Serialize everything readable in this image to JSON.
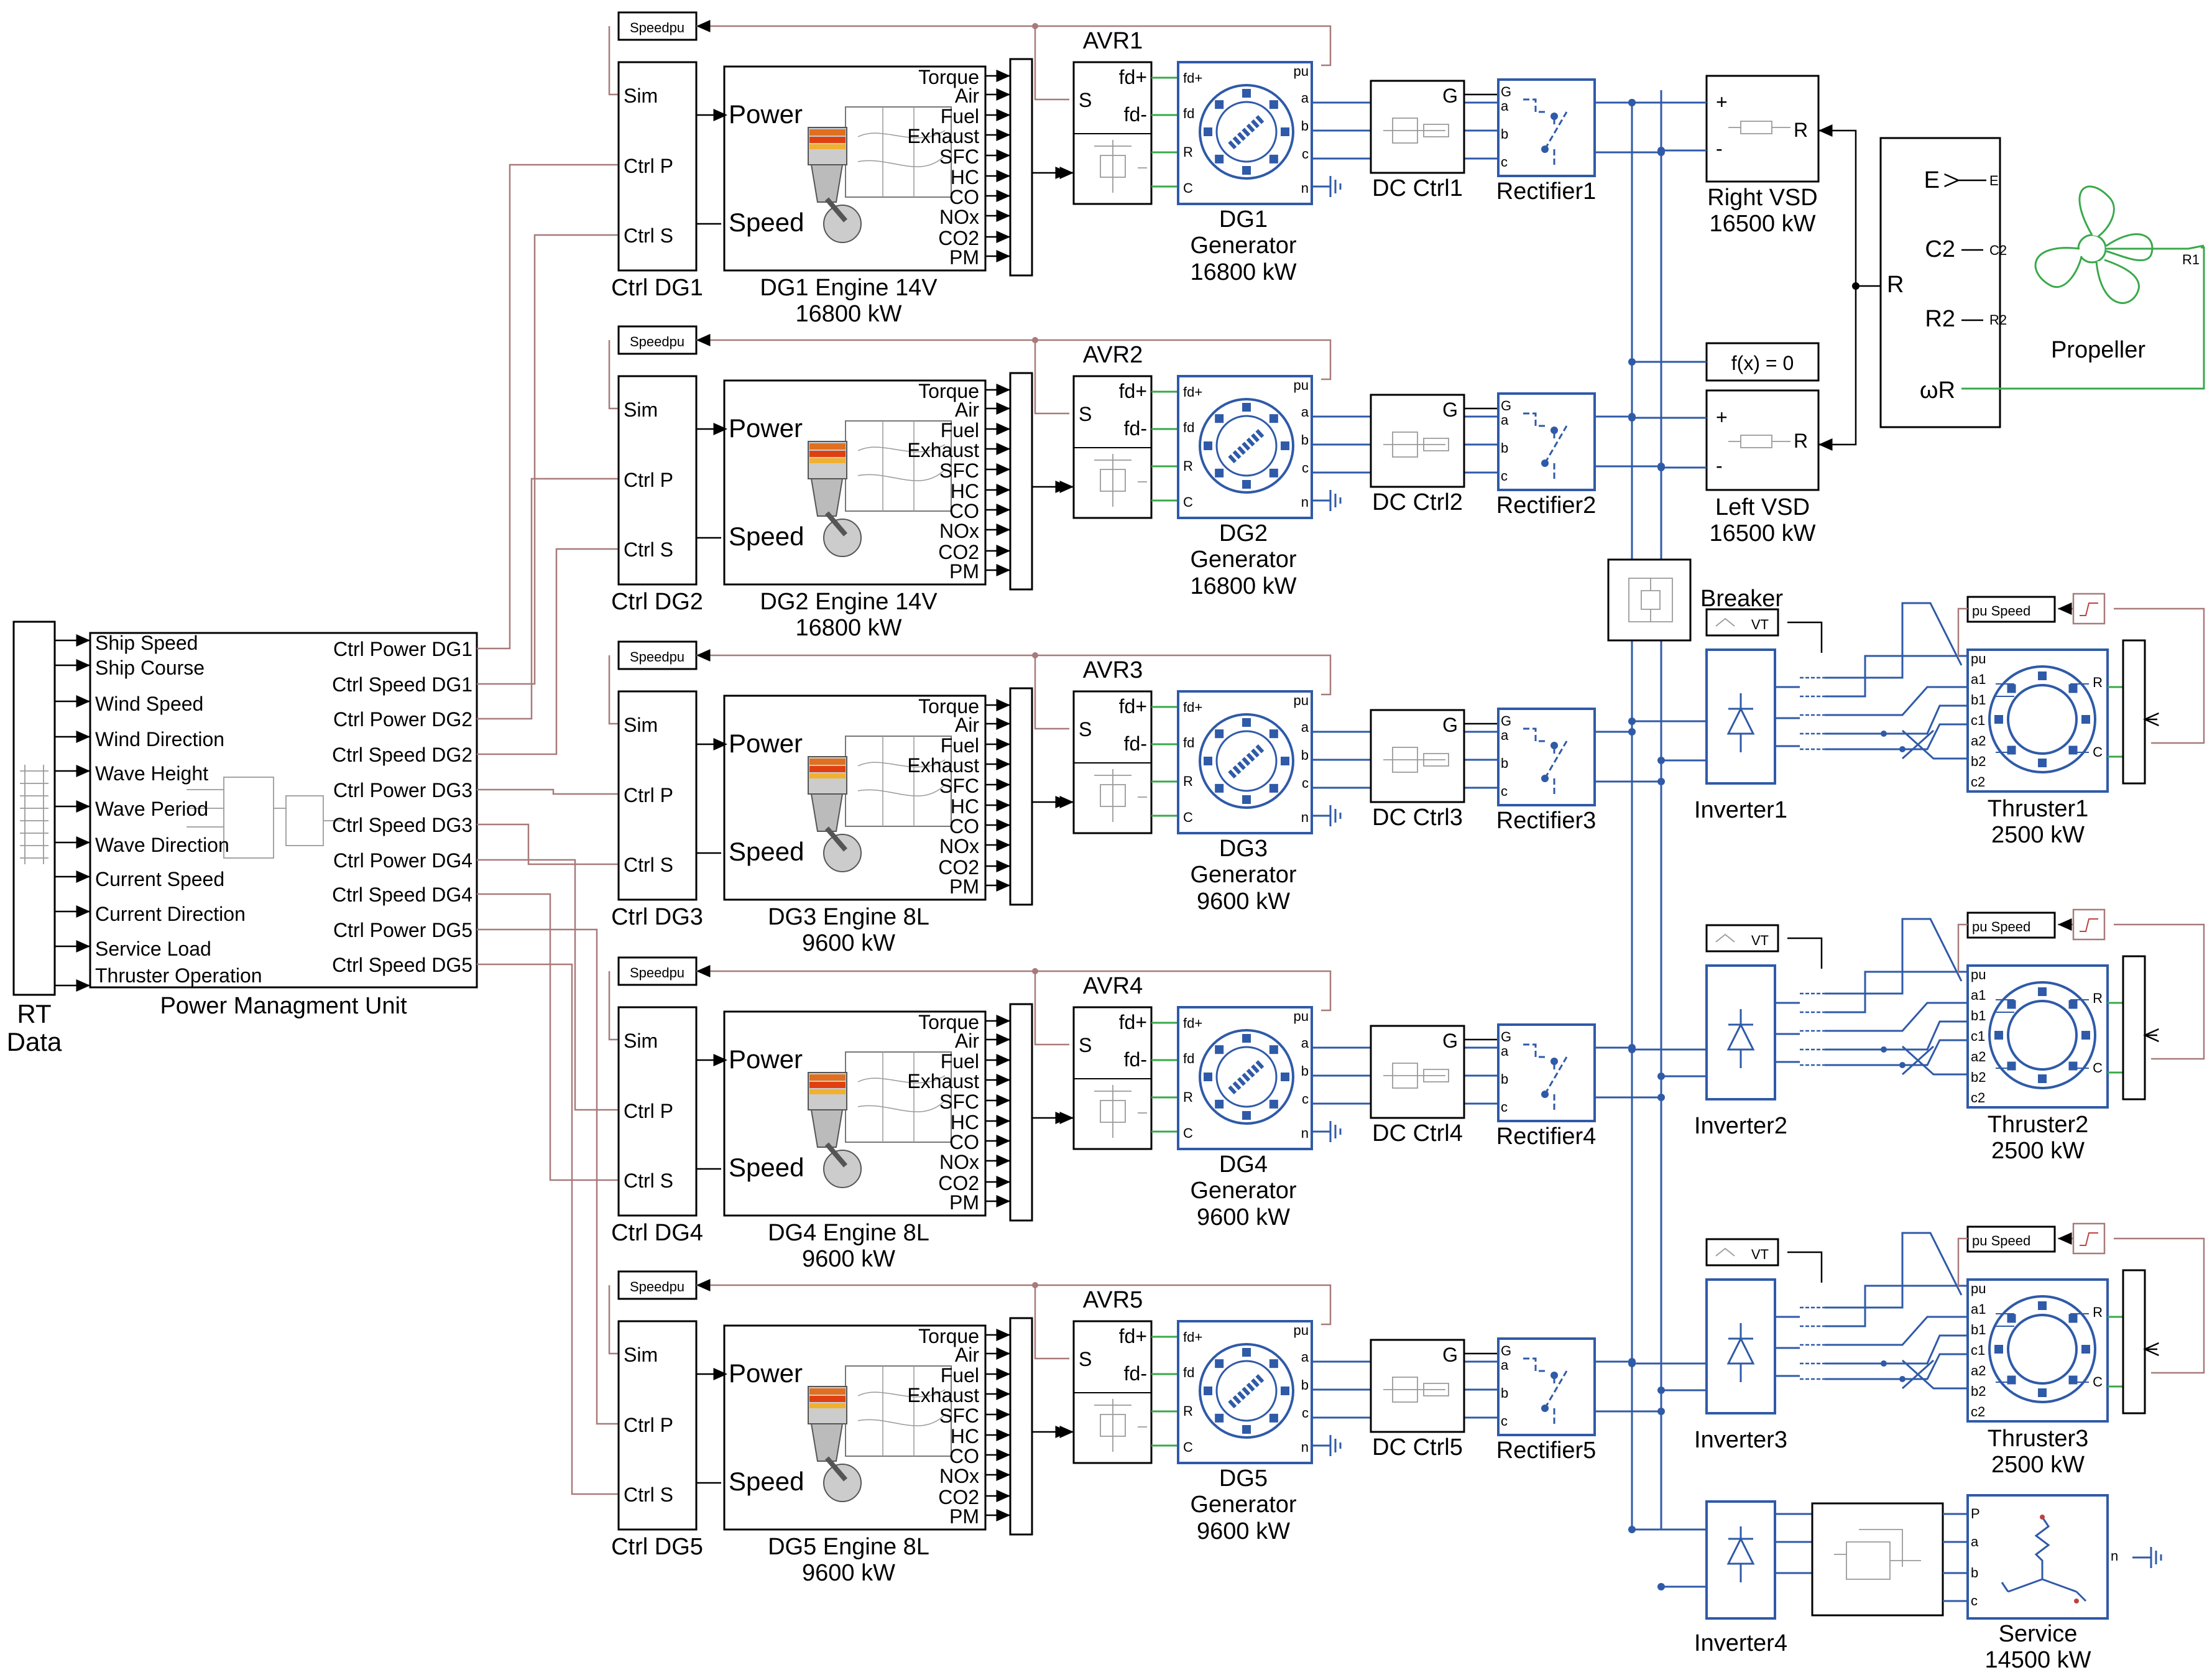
{
  "rt_data": {
    "label_line1": "RT",
    "label_line2": "Data"
  },
  "pmu": {
    "title": "Power Managment Unit",
    "inputs": [
      "Ship Speed",
      "Ship Course",
      "Wind Speed",
      "Wind Direction",
      "Wave Height",
      "Wave Period",
      "Wave Direction",
      "Current Speed",
      "Current Direction",
      "Service Load",
      "Thruster Operation"
    ],
    "outputs": [
      "Ctrl Power DG1",
      "Ctrl Speed DG1",
      "Ctrl Power DG2",
      "Ctrl Speed DG2",
      "Ctrl Power DG3",
      "Ctrl Speed DG3",
      "Ctrl Power DG4",
      "Ctrl Speed DG4",
      "Ctrl Power DG5",
      "Ctrl Speed DG5"
    ]
  },
  "ports": {
    "speedpu": "Speedpu",
    "sim": "Sim",
    "ctrl_p": "Ctrl P",
    "ctrl_s": "Ctrl S",
    "power": "Power",
    "speed": "Speed",
    "engine_outputs": [
      "Torque",
      "Air",
      "Fuel",
      "Exhaust",
      "SFC",
      "HC",
      "CO",
      "NOx",
      "CO2",
      "PM"
    ],
    "avr_s": "S",
    "fd_plus": "fd+",
    "fd_minus": "fd-",
    "gen_fd_plus": "fd+",
    "gen_fd": "fd",
    "gen_r": "R",
    "gen_c": "C",
    "gen_pu": "pu",
    "gen_a": "a",
    "gen_b": "b",
    "gen_c_out": "c",
    "gen_n": "n",
    "dc_g": "G",
    "rect_g": "G",
    "rect_a": "a",
    "rect_b": "b",
    "rect_c": "c",
    "plus": "+",
    "minus": "-",
    "r": "R",
    "vt": "VT",
    "pu_speed": "pu  Speed",
    "thr_ports": [
      "pu",
      "a1",
      "b1",
      "c1",
      "a2",
      "b2",
      "c2"
    ],
    "thr_r": "R",
    "thr_c": "C",
    "svc_ports": [
      "P",
      "a",
      "b",
      "c"
    ],
    "svc_n": "n",
    "prop_e": "E",
    "prop_c2": "C2",
    "prop_r2": "R2",
    "prop_wr": "ωR",
    "prop_r": "R",
    "prop_e_small": "E",
    "prop_c2_small": "C2",
    "prop_r2_small": "R2",
    "prop_r1_small": "R1"
  },
  "gensets": [
    {
      "ctrl": "Ctrl DG1",
      "engine_line1": "DG1 Engine 14V",
      "engine_line2": "16800 kW",
      "avr": "AVR1",
      "gen_line1": "DG1",
      "gen_line2": "Generator",
      "gen_line3": "16800 kW",
      "dc": "DC Ctrl1",
      "rect": "Rectifier1"
    },
    {
      "ctrl": "Ctrl DG2",
      "engine_line1": "DG2 Engine 14V",
      "engine_line2": "16800 kW",
      "avr": "AVR2",
      "gen_line1": "DG2",
      "gen_line2": "Generator",
      "gen_line3": "16800 kW",
      "dc": "DC Ctrl2",
      "rect": "Rectifier2"
    },
    {
      "ctrl": "Ctrl DG3",
      "engine_line1": "DG3 Engine 8L",
      "engine_line2": "9600 kW",
      "avr": "AVR3",
      "gen_line1": "DG3",
      "gen_line2": "Generator",
      "gen_line3": "9600 kW",
      "dc": "DC Ctrl3",
      "rect": "Rectifier3"
    },
    {
      "ctrl": "Ctrl DG4",
      "engine_line1": "DG4 Engine 8L",
      "engine_line2": "9600 kW",
      "avr": "AVR4",
      "gen_line1": "DG4",
      "gen_line2": "Generator",
      "gen_line3": "9600 kW",
      "dc": "DC Ctrl4",
      "rect": "Rectifier4"
    },
    {
      "ctrl": "Ctrl DG5",
      "engine_line1": "DG5 Engine 8L",
      "engine_line2": "9600 kW",
      "avr": "AVR5",
      "gen_line1": "DG5",
      "gen_line2": "Generator",
      "gen_line3": "9600 kW",
      "dc": "DC Ctrl5",
      "rect": "Rectifier5"
    }
  ],
  "vsd": [
    {
      "line1": "Right VSD",
      "line2": "16500 kW"
    },
    {
      "line1": "Left VSD",
      "line2": "16500 kW"
    }
  ],
  "fx_block": "f(x) = 0",
  "breaker": "Breaker",
  "propeller": "Propeller",
  "thrusters": [
    {
      "inv": "Inverter1",
      "line1": "Thruster1",
      "line2": "2500 kW"
    },
    {
      "inv": "Inverter2",
      "line1": "Thruster2",
      "line2": "2500 kW"
    },
    {
      "inv": "Inverter3",
      "line1": "Thruster3",
      "line2": "2500 kW"
    }
  ],
  "service": {
    "inv": "Inverter4",
    "line1": "Service",
    "line2": "14500 kW"
  },
  "colors": {
    "electrical": "#2f5aa8",
    "signal_feedback": "#a87a7a",
    "mechanical": "#3aa84a"
  }
}
